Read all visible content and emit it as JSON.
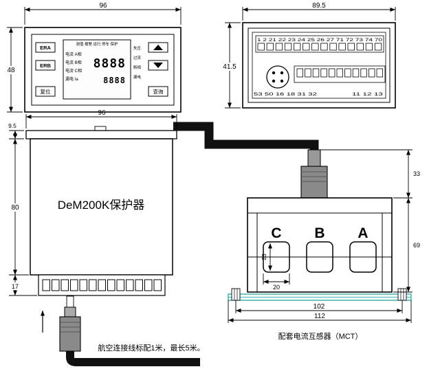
{
  "front_view": {
    "dim_width": "96",
    "dim_height": "48",
    "btn_era": "ERA",
    "btn_erb": "ERB",
    "btn_reset": "复位",
    "btn_query": "查询",
    "display": {
      "status_row": "测值 报警 运行 停车 保护",
      "left_labels": [
        "电流 A相",
        "电流 B相",
        "电流 C相",
        "漏电 Ia"
      ],
      "right_labels": [
        "失压",
        "过流",
        "断相",
        "漏电"
      ],
      "digits_main": "8888",
      "digits_sub": "8888"
    }
  },
  "rear_view": {
    "dim_width": "89.5",
    "dim_height": "41.5",
    "top_terminal_numbers": "1 2 21 22 23 24 25 26 27 71 72 73 74 70",
    "bottom_terminal_numbers_left": "53 50 16 18 31 32",
    "bottom_terminal_numbers_right": "11 12 13"
  },
  "side_view": {
    "dim_width": "96",
    "dim_bezel_depth": "9.5",
    "dim_body_height": "80",
    "dim_terminal_height": "17",
    "device_label": "DeM200K保护器"
  },
  "mct_view": {
    "dim_plug_height": "33",
    "dim_body_height": "69",
    "dim_window_height": "23",
    "dim_window_width": "20",
    "dim_mounting_span": "102",
    "dim_base_width": "112",
    "phase_labels": [
      "C",
      "B",
      "A"
    ],
    "caption": "配套电流互感器（MCT）"
  },
  "notes": {
    "cable_note": "航空连接线标配1米，最长5米。"
  },
  "colors": {
    "line": "#000000",
    "base_plate": "#1b9e9e",
    "cable": "#111111"
  }
}
